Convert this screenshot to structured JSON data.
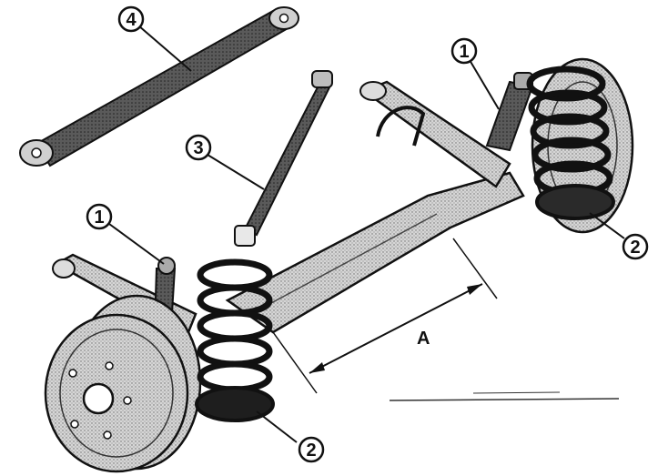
{
  "callouts": {
    "c1_right": "1",
    "c1_left": "1",
    "c2_right": "2",
    "c2_left": "2",
    "c3": "3",
    "c4": "4"
  },
  "dimension": {
    "label": "A"
  },
  "colors": {
    "ink": "#111111",
    "metal_dark": "#3a3a3a",
    "metal_mid": "#8a8a8a",
    "metal_light": "#cfcfcf",
    "paper": "#ffffff"
  }
}
